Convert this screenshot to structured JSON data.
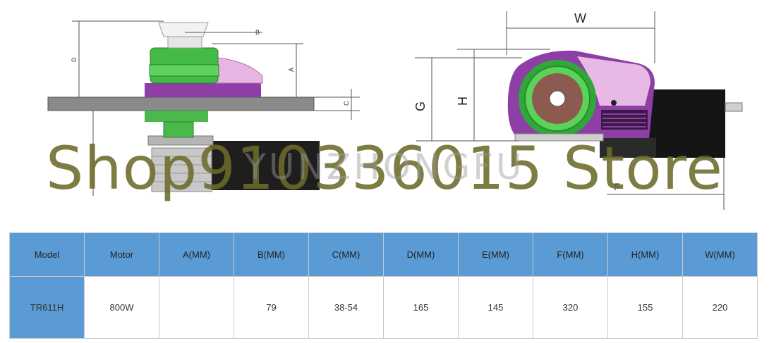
{
  "drawing": {
    "labels": {
      "a": "A",
      "b": "B",
      "c": "C",
      "d": "D",
      "g": "G",
      "h": "H",
      "w": "W",
      "f": "F"
    }
  },
  "watermark": {
    "store": "Shop910336015 Store",
    "brand": "YUNZHONGFU"
  },
  "table": {
    "headers": [
      "Model",
      "Motor",
      "A(MM)",
      "B(MM)",
      "C(MM)",
      "D(MM)",
      "E(MM)",
      "F(MM)",
      "H(MM)",
      "W(MM)"
    ],
    "row": [
      "TR611H",
      "800W",
      "",
      "79",
      "38-54",
      "165",
      "145",
      "320",
      "155",
      "220"
    ]
  },
  "colors": {
    "header_bg": "#5b9bd5",
    "body_purple": "#8e3fa6",
    "drum_green": "#3fb94a",
    "motor_black": "#1a1a1a"
  }
}
